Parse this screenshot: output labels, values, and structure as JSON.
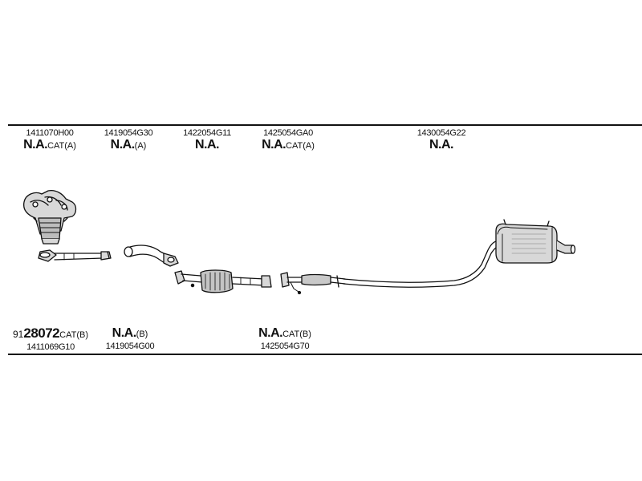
{
  "top_labels": [
    {
      "part": "1411070H00",
      "note_bold": "N.A.",
      "note_suffix": "CAT(A)"
    },
    {
      "part": "1419054G30",
      "note_bold": "N.A.",
      "note_suffix": "(A)"
    },
    {
      "part": "1422054G11",
      "note_bold": "N.A.",
      "note_suffix": ""
    },
    {
      "part": "1425054GA0",
      "note_bold": "N.A.",
      "note_suffix": "CAT(A)"
    },
    {
      "part": "1430054G22",
      "note_bold": "N.A.",
      "note_suffix": ""
    }
  ],
  "bottom_labels": [
    {
      "prefix": "91",
      "note_bold": "28072",
      "note_suffix": "CAT(B)",
      "part": "1411069G10"
    },
    {
      "prefix": "",
      "note_bold": "N.A.",
      "note_suffix": "(B)",
      "part": "1419054G00"
    },
    {
      "prefix": "",
      "note_bold": "N.A.",
      "note_suffix": "CAT(B)",
      "part": "1425054G70"
    }
  ],
  "components": [
    "exhaust-manifold-catalyst-icon",
    "front-pipe-icon",
    "bent-pipe-icon",
    "catalytic-converter-icon",
    "center-pipe-icon",
    "rear-muffler-icon"
  ],
  "colors": {
    "line": "#111111",
    "fill": "#d8d8d8",
    "shade": "#9a9a9a"
  }
}
